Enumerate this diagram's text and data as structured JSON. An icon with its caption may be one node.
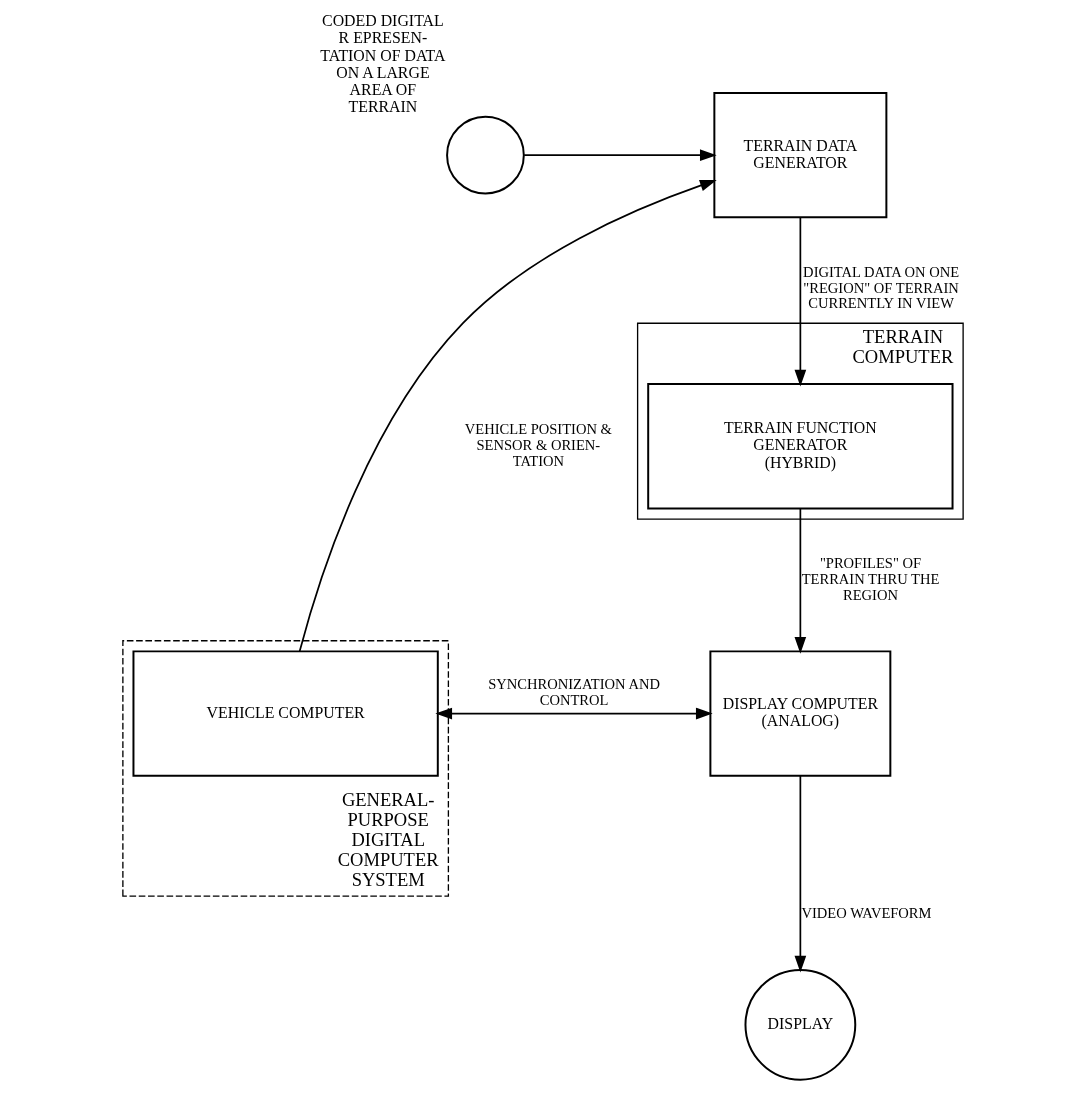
{
  "diagram": {
    "nodes": [
      {
        "text": [
          "TERRAIN COMPUTER"
        ]
      },
      {
        "text": [
          "GENERAL- PURPOSE DIGITAL COMPUTER SYSTEM"
        ]
      },
      {
        "text": [],
        "shape": "circle",
        "beside": [
          "CODED DIGITAL R EPRESEN- TATION OF DATA ON A LARGE AREA OF TERRAIN"
        ]
      },
      {
        "text": [
          "TERRAIN DATA GENERATOR"
        ]
      },
      {
        "text": [
          "TERRAIN FUNCTION GENERATOR (HYBRID)"
        ],
        "in": 0
      },
      {
        "text": [
          "VEHICLE COMPUTER"
        ],
        "in": 1
      },
      {
        "text": [
          "DISPLAY COMPUTER (ANALOG)"
        ]
      },
      {
        "text": [
          "DISPLAY"
        ]
      }
    ],
    "edges": [
      {
        "from": 2,
        "to": 3,
        "arrow": "to"
      },
      {
        "from": 3,
        "to": 4,
        "arrow": "to",
        "label": "DIGITAL DATA ON ONE \"REGION\" OF TERRAIN CURRENTLY IN VIEW"
      },
      {
        "from": 5,
        "to": 3,
        "arrow": "to",
        "label": "VEHICLE POSITION & SENSOR & ORIEN- TATION"
      },
      {
        "from": 4,
        "to": 6,
        "arrow": "to",
        "label": "\"PROFILES\" OF TERRAIN THRU THE REGION"
      },
      {
        "from": 5,
        "to": 6,
        "arrow": "both",
        "label": "SYNCHRONIZATION AND CONTROL"
      },
      {
        "from": 6,
        "to": 7,
        "arrow": "to",
        "label": "VIDEO WAVEFORM"
      }
    ]
  }
}
